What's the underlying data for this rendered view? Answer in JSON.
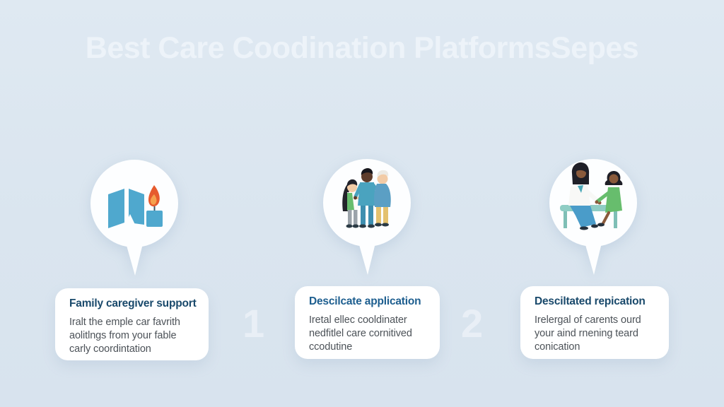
{
  "title": "Best Care Coodination PlatformsSepes",
  "steps": [
    {
      "icon": "book-and-candle",
      "title": "Family caregiver support",
      "body": "Iralt the emple car favrith aolitlngs from your fable carly coordintation"
    },
    {
      "icon": "family-caregiving-group",
      "title": "Descilcate application",
      "body": "Iretal ellec cooldinater nedfitlel care cornitived ccodutine"
    },
    {
      "icon": "care-consultation-meeting",
      "title": "Desciltated repication",
      "body": "Irelergal of carents ourd your aind rnening teard conication"
    }
  ],
  "separators": [
    "1",
    "2"
  ],
  "colors": {
    "background": "#dbe5ef",
    "title_text": "#edf3f9",
    "card_background": "#ffffff",
    "card_title_navy": "#19496b",
    "card_title_blue": "#1d5e8f",
    "card_body_text": "#4c5258",
    "step_number": "#e9eff6",
    "icon_blue": "#4fa8ce",
    "flame_orange": "#e65b2e",
    "flame_inner_orange": "#f5a14d",
    "teal_furniture": "#8fcdc4",
    "green_clothing": "#67bd6d",
    "scrubs_teal": "#4aa3bf",
    "skirt_blue": "#4a9cc9",
    "pants_khaki": "#e4c16e"
  }
}
